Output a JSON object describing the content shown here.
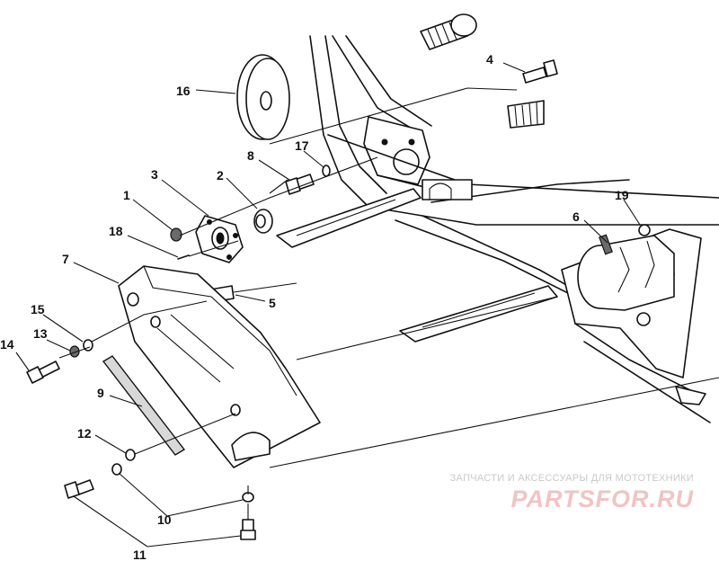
{
  "callouts": [
    {
      "id": "c1",
      "text": "1"
    },
    {
      "id": "c2",
      "text": "2"
    },
    {
      "id": "c3",
      "text": "3"
    },
    {
      "id": "c4",
      "text": "4"
    },
    {
      "id": "c5",
      "text": "5"
    },
    {
      "id": "c6",
      "text": "6"
    },
    {
      "id": "c7",
      "text": "7"
    },
    {
      "id": "c8",
      "text": "8"
    },
    {
      "id": "c9",
      "text": "9"
    },
    {
      "id": "c10",
      "text": "10"
    },
    {
      "id": "c11",
      "text": "11"
    },
    {
      "id": "c12",
      "text": "12"
    },
    {
      "id": "c13",
      "text": "13"
    },
    {
      "id": "c14",
      "text": "14"
    },
    {
      "id": "c15",
      "text": "15"
    },
    {
      "id": "c16",
      "text": "16"
    },
    {
      "id": "c17",
      "text": "17"
    },
    {
      "id": "c18",
      "text": "18"
    },
    {
      "id": "c19",
      "text": "19"
    }
  ],
  "watermark": {
    "tagline": "ЗАПЧАСТИ И АКСЕССУАРЫ ДЛЯ МОТОТЕХНИКИ",
    "logo": "PARTSFOR.RU"
  }
}
